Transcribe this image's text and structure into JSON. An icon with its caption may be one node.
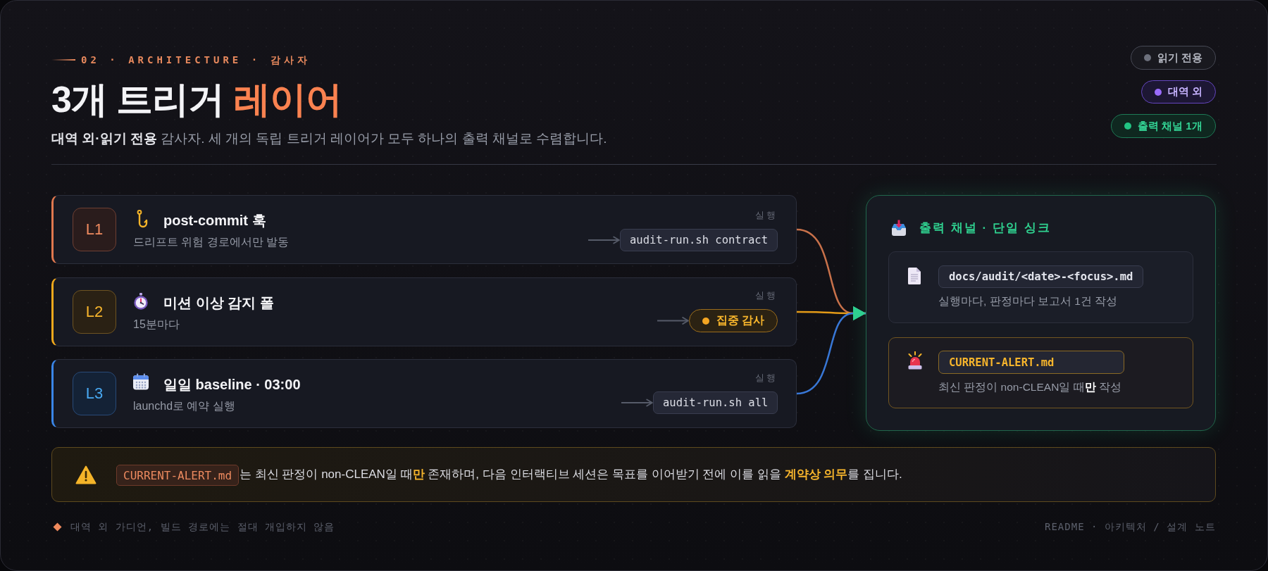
{
  "diagram": {
    "title": "3개 트리거 **레이어**",
    "nodes": [
      {
        "text": [
          "읽기 전용"
        ]
      },
      {
        "text": [
          "대역 외"
        ]
      },
      {
        "text": [
          "출력 채널 1개"
        ]
      },
      {
        "text": [
          "post-commit 훅",
          "드리프트 위험 경로에서만 발동"
        ]
      },
      {
        "text": [
          "L1"
        ],
        "in": 3
      },
      {
        "text": [
          "audit-run.sh contract"
        ],
        "in": 3,
        "beside": [
          "실행"
        ]
      },
      {
        "text": [
          "미션 이상 감지 폴",
          "15분마다"
        ]
      },
      {
        "text": [
          "L2"
        ],
        "in": 6
      },
      {
        "text": [
          "집중 감사"
        ],
        "in": 6,
        "beside": [
          "실행"
        ]
      },
      {
        "text": [
          "일일 baseline · 03:00",
          "launchd로 예약 실행"
        ]
      },
      {
        "text": [
          "L3"
        ],
        "in": 9
      },
      {
        "text": [
          "audit-run.sh all"
        ],
        "in": 9,
        "beside": [
          "실행"
        ]
      },
      {
        "text": [
          "출력 채널 · 단일 싱크"
        ]
      },
      {
        "text": [
          "실행마다, 판정마다 보고서 1건 작성"
        ],
        "in": 12
      },
      {
        "text": [
          "docs/audit/<date>-<focus>.md"
        ],
        "in": 13
      },
      {
        "text": [
          "최신 판정이 non-CLEAN일 때**만** 작성"
        ],
        "in": 12
      },
      {
        "text": [
          "CURRENT-ALERT.md"
        ],
        "in": 15
      },
      {
        "text": [
          "는 최신 판정이 non-CLEAN일 때**만** 존재하며, 다음 인터랙티브 세션은 목표를 이어받기 전에 이를 읽을 **계약상 의무**를 집니다."
        ]
      },
      {
        "text": [
          "CURRENT-ALERT.md"
        ],
        "in": 17
      }
    ],
    "edges": [
      {
        "from": null,
        "to": 5,
        "arrow": "to"
      },
      {
        "from": null,
        "to": 8,
        "arrow": "to"
      },
      {
        "from": null,
        "to": 11,
        "arrow": "to"
      },
      {
        "from": 3,
        "to": 12,
        "arrow": "to",
        "color": "#c8714a"
      },
      {
        "from": 6,
        "to": 12,
        "arrow": "to",
        "color": "#e39a17"
      },
      {
        "from": 9,
        "to": 12,
        "arrow": "to",
        "color": "#3877d6"
      }
    ],
    "labels": [
      "02 · ARCHITECTURE · 감사자",
      "**대역 외·읽기 전용** 감사자. 세 개의 독립 트리거 레이어가 모두 하나의 출력 채널로 수렴합니다.",
      "대역 외 가디언, 빌드 경로에는 절대 개입하지 않음",
      "README · 아키텍처 / 설계 노트"
    ]
  }
}
